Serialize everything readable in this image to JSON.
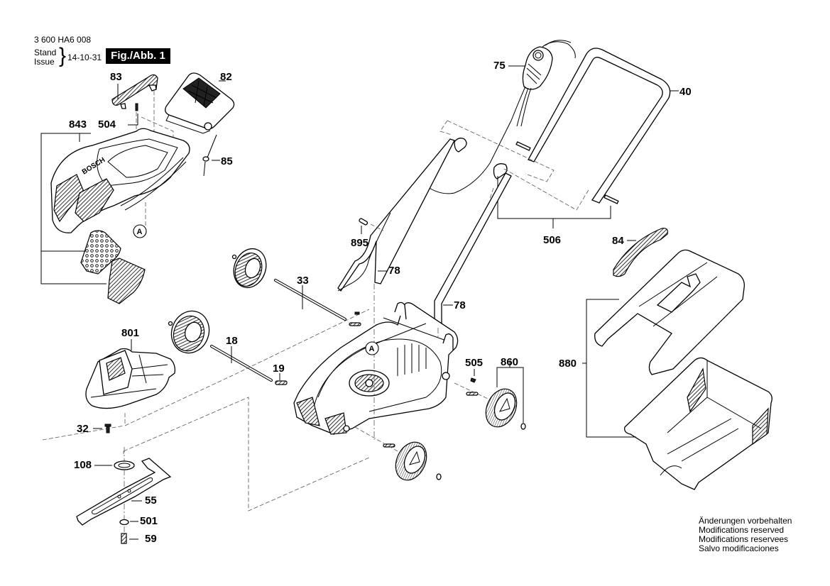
{
  "header": {
    "doc_number": "3 600 HA6 008",
    "stand_label": "Stand",
    "issue_label": "Issue",
    "brace": "}",
    "issue_date": "14-10-31",
    "figure_label": "Fig./Abb. 1"
  },
  "callout_marker": "A",
  "part_labels": {
    "p83": "83",
    "p82": "82",
    "p504": "504",
    "p843": "843",
    "p85": "85",
    "p75": "75",
    "p40": "40",
    "p506": "506",
    "p84": "84",
    "p895": "895",
    "p78a": "78",
    "p78b": "78",
    "p33": "33",
    "p801": "801",
    "p18": "18",
    "p19": "19",
    "p505": "505",
    "p860": "860",
    "p880": "880",
    "p32": "32",
    "p108": "108",
    "p55": "55",
    "p501": "501",
    "p59": "59"
  },
  "footer_notes": [
    "Änderungen vorbehalten",
    "Modifications reserved",
    "Modifications reservees",
    "Salvo modificaciones"
  ],
  "brand_text": "BOSCH"
}
